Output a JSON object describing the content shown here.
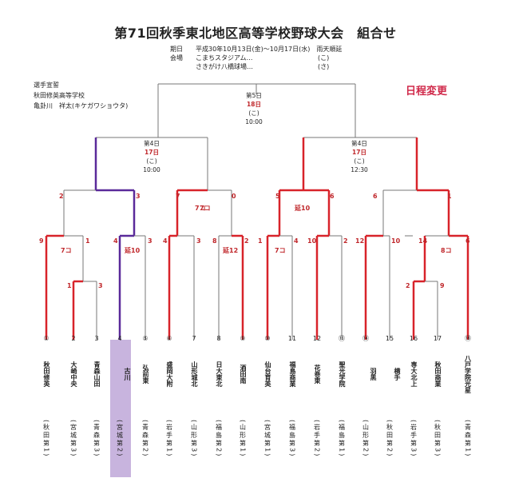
{
  "title": "第71回秋季東北地区高等学校野球大会　組合せ",
  "info": {
    "label_date": "期日",
    "date_text": "平成30年10月13日(金)～10月17日(水)　雨天順延",
    "label_venue": "会場",
    "venue1": "こまちスタジアム…",
    "venue1_mark": "(こ)",
    "venue2": "さきがけ八橋球場…",
    "venue2_mark": "(さ)"
  },
  "schedule_change": "日程変更",
  "oath": {
    "label": "選手宣誓",
    "school": "秋田修英高等学校",
    "name": "亀卦川　祥太(キケガワショウタ)"
  },
  "final": {
    "round": "第5日",
    "day": "18日",
    "venue": "(こ)",
    "time": "10:00"
  },
  "semis": [
    {
      "round": "第4日",
      "day": "17日",
      "venue": "(こ)",
      "time": "10:00"
    },
    {
      "round": "第4日",
      "day": "17日",
      "venue": "(こ)",
      "time": "12:30"
    }
  ],
  "teams": [
    {
      "num": "①",
      "name": "秋田修英",
      "pref": "(秋田第1)"
    },
    {
      "num": "2",
      "name": "大崎中央",
      "pref": "(宮城第3)"
    },
    {
      "num": "3",
      "name": "青森山田",
      "pref": "(青森第3)"
    },
    {
      "num": "4",
      "name": "古川",
      "pref": "(宮城第2)"
    },
    {
      "num": "⑤",
      "name": "弘前東",
      "pref": "(青森第2)"
    },
    {
      "num": "⑥",
      "name": "盛岡大附",
      "pref": "(岩手第1)"
    },
    {
      "num": "7",
      "name": "山形城北",
      "pref": "(山形第3)"
    },
    {
      "num": "8",
      "name": "日大東北",
      "pref": "(福島第2)"
    },
    {
      "num": "⑨",
      "name": "酒田南",
      "pref": "(山形第1)"
    },
    {
      "num": "⑩",
      "name": "仙台育英",
      "pref": "(宮城第1)"
    },
    {
      "num": "11",
      "name": "福島商業",
      "pref": "(福島第3)"
    },
    {
      "num": "12",
      "name": "花巻東",
      "pref": "(岩手第2)"
    },
    {
      "num": "⑬",
      "name": "聖光学院",
      "pref": "(福島第1)"
    },
    {
      "num": "⑭",
      "name": "羽黒",
      "pref": "(山形第2)"
    },
    {
      "num": "15",
      "name": "横手",
      "pref": "(秋田第2)"
    },
    {
      "num": "16",
      "name": "専大北上",
      "pref": "(岩手第3)"
    },
    {
      "num": "17",
      "name": "秋田商業",
      "pref": "(秋田第3)"
    },
    {
      "num": "⑱",
      "name": "八戸学院光星",
      "pref": "(青森第1)"
    }
  ],
  "scores": [
    "9",
    "1",
    "4",
    "3",
    "4",
    "3",
    "8",
    "2",
    "1",
    "4",
    "10",
    "2",
    "12",
    "10",
    "14",
    "6",
    "2",
    "9",
    "1",
    "3",
    "7",
    "0",
    "5",
    "6",
    "2",
    "3",
    "6",
    "1"
  ],
  "notes": [
    "7コ",
    "延10",
    "7コ",
    "延12",
    "7コ",
    "8コ",
    "7コ",
    "延10"
  ],
  "colors": {
    "win": "#d8232a",
    "loss": "#777777",
    "current": "#5a2a9a",
    "accent": "#c0282c",
    "highlight": "#c8b4de"
  }
}
